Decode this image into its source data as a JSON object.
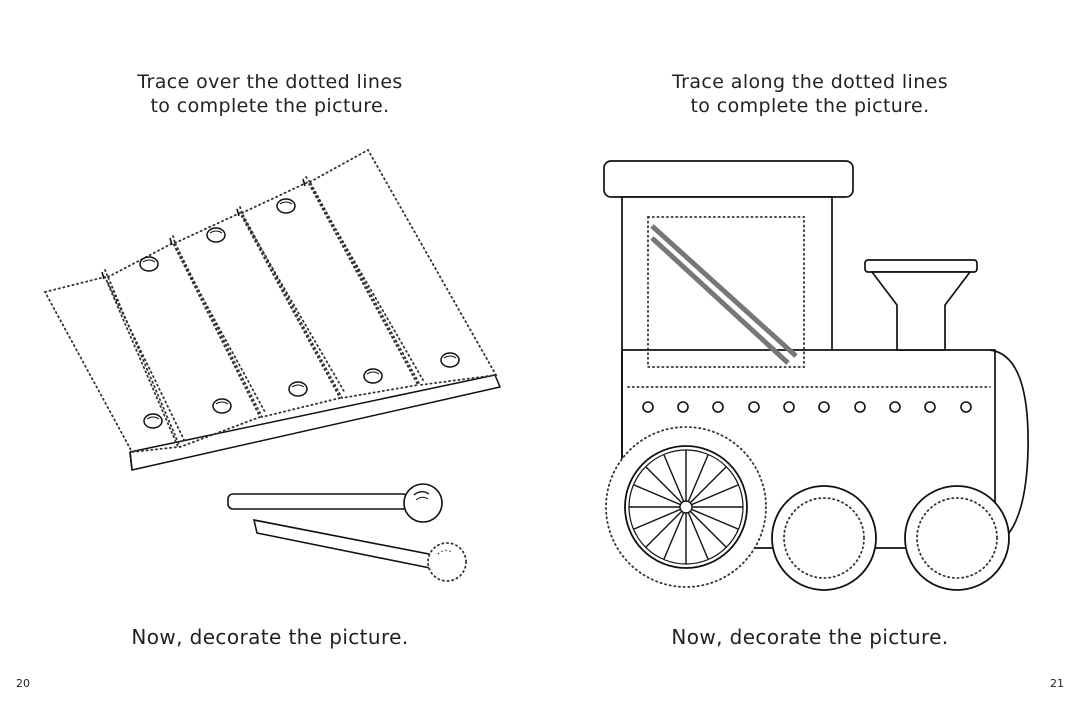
{
  "left_page": {
    "instruction_lines": [
      "Trace over the dotted lines",
      "to complete the picture."
    ],
    "footer_text": "Now, decorate the picture.",
    "page_number": "20",
    "illustration_icon": "xylophone-icon"
  },
  "right_page": {
    "instruction_lines": [
      "Trace along the dotted lines",
      "to complete the picture."
    ],
    "footer_text": "Now, decorate the picture.",
    "page_number": "21",
    "illustration_icon": "train-engine-icon"
  },
  "colors": {
    "ink": "#111111",
    "window_stripe": "#777777"
  }
}
